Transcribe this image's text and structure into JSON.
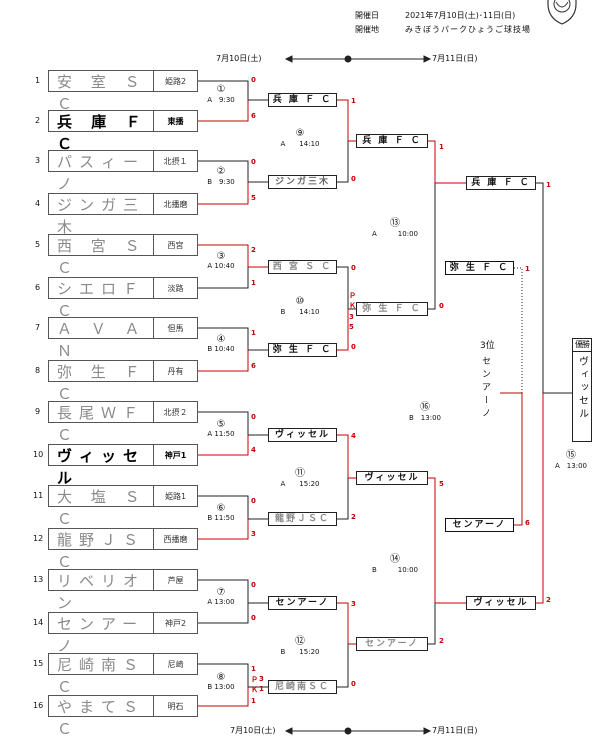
{
  "header": {
    "date_label": "開催日",
    "date_value": "2021年7月10日(土)･11日(日)",
    "venue_label": "開催地",
    "venue_value": "みきぼうパークひょうご球技場"
  },
  "day_labels": {
    "day1": "7月10日(土)",
    "day2": "7月11日(日)"
  },
  "teams": [
    {
      "seed": "1",
      "name": "安 室 Ｓ Ｃ",
      "region": "姫路2"
    },
    {
      "seed": "2",
      "name": "兵 庫 Ｆ Ｃ",
      "region": "東播"
    },
    {
      "seed": "3",
      "name": "パスィーノ",
      "region": "北摂１"
    },
    {
      "seed": "4",
      "name": "ジンガ三木",
      "region": "北播磨"
    },
    {
      "seed": "5",
      "name": "西 宮 Ｓ Ｃ",
      "region": "西宮"
    },
    {
      "seed": "6",
      "name": "シエロＦＣ",
      "region": "淡路"
    },
    {
      "seed": "7",
      "name": "Ａ Ｖ Ａ Ｎ",
      "region": "但馬"
    },
    {
      "seed": "8",
      "name": "弥 生 Ｆ Ｃ",
      "region": "丹有"
    },
    {
      "seed": "9",
      "name": "長尾ＷＦＣ",
      "region": "北摂２"
    },
    {
      "seed": "10",
      "name": "ヴィッセル",
      "region": "神戸1"
    },
    {
      "seed": "11",
      "name": "大 塩 Ｓ Ｃ",
      "region": "姫路1"
    },
    {
      "seed": "12",
      "name": "龍野ＪＳＣ",
      "region": "西播磨"
    },
    {
      "seed": "13",
      "name": "リベリオン",
      "region": "芦屋"
    },
    {
      "seed": "14",
      "name": "センアーノ",
      "region": "神戸2"
    },
    {
      "seed": "15",
      "name": "尼崎南ＳＣ",
      "region": "尼崎"
    },
    {
      "seed": "16",
      "name": "やまてＳＣ",
      "region": "明石"
    }
  ],
  "round1_matches": [
    {
      "no": "①",
      "info": "A　9:30",
      "score_top": "0",
      "score_bottom": "6"
    },
    {
      "no": "②",
      "info": "B　9:30",
      "score_top": "0",
      "score_bottom": "5"
    },
    {
      "no": "③",
      "info": "A 10:40",
      "score_top": "2",
      "score_bottom": "1"
    },
    {
      "no": "④",
      "info": "B 10:40",
      "score_top": "1",
      "score_bottom": "6"
    },
    {
      "no": "⑤",
      "info": "A 11:50",
      "score_top": "0",
      "score_bottom": "4"
    },
    {
      "no": "⑥",
      "info": "B 11:50",
      "score_top": "0",
      "score_bottom": "3"
    },
    {
      "no": "⑦",
      "info": "A 13:00",
      "score_top": "0",
      "score_bottom": "0"
    },
    {
      "no": "⑧",
      "info": "B 13:00",
      "score_top": "1",
      "score_bottom": "1"
    }
  ],
  "round1_winners": [
    "兵 庫 Ｆ Ｃ",
    "ジンガ三木",
    "西 宮 Ｓ Ｃ",
    "弥 生 Ｆ Ｃ",
    "ヴィッセル",
    "龍野ＪＳＣ",
    "センアーノ",
    "尼崎南ＳＣ"
  ],
  "round1_pk": [
    "Ｐ",
    "Ｋ",
    "3",
    "1"
  ],
  "round2_matches": [
    {
      "no": "⑨",
      "info": "A　　14:10",
      "score_top": "1",
      "score_bottom": "0"
    },
    {
      "no": "⑩",
      "info": "B　　14:10",
      "score_top": "0",
      "score_bottom": "0"
    },
    {
      "no": "⑪",
      "info": "A　　15:20",
      "score_top": "4",
      "score_bottom": "2"
    },
    {
      "no": "⑫",
      "info": "B　　15:20",
      "score_top": "3",
      "score_bottom": "0"
    }
  ],
  "round2_pk": [
    "Ｐ",
    "Ｋ",
    "3",
    "5"
  ],
  "round2_winners": [
    "兵 庫 Ｆ Ｃ",
    "弥 生 Ｆ Ｃ",
    "ヴィッセル",
    "センアーノ"
  ],
  "semi_matches": [
    {
      "no": "⑬",
      "info": "A　　　10:00",
      "score_top": "1",
      "score_bottom": "0"
    },
    {
      "no": "⑭",
      "info": "B　　　10:00",
      "score_top": "5",
      "score_bottom": "2"
    }
  ],
  "semi_winners": [
    "兵 庫 Ｆ Ｃ",
    "ヴィッセル"
  ],
  "semi_losers": [
    "弥 生 Ｆ Ｃ",
    "センアーノ"
  ],
  "third_place": {
    "no": "⑯",
    "info": "B　13:00",
    "label": "3位",
    "team": "センアーノ",
    "score_top": "1",
    "score_bottom": "6"
  },
  "final": {
    "no": "⑮",
    "info": "A　13:00",
    "score_top": "1",
    "score_bottom": "2",
    "champion_label": "優勝",
    "champion": "ヴィッセル"
  }
}
